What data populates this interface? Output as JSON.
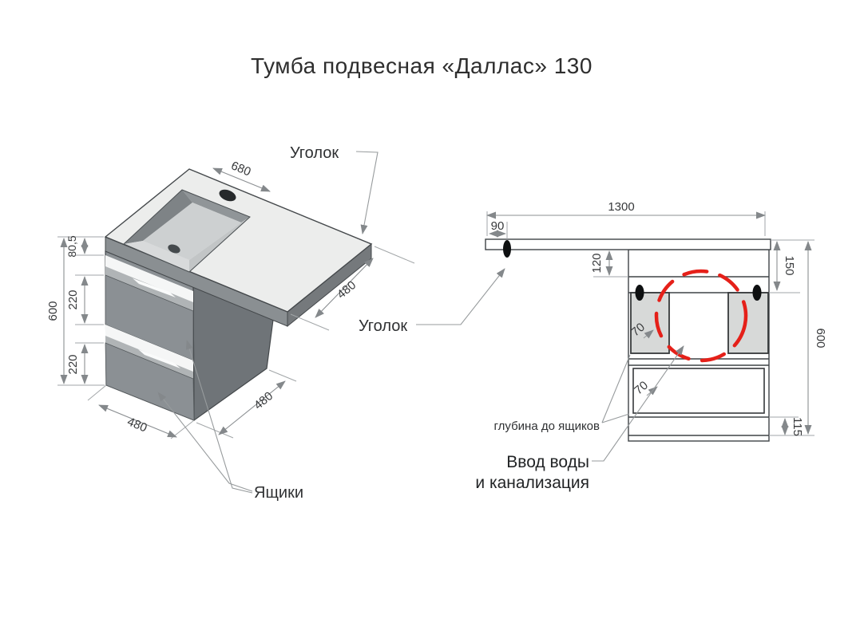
{
  "title": "Тумба подвесная «Даллас» 130",
  "iso": {
    "dim_top_width": "680",
    "dim_counter_height": "80,5",
    "dim_total_height": "600",
    "dim_drawer1_height": "220",
    "dim_drawer2_height": "220",
    "dim_counter_depth": "480",
    "dim_cabinet_width": "480",
    "dim_cabinet_depth": "480",
    "label_corner_top": "Уголок",
    "label_corner_side": "Уголок",
    "label_drawers": "Ящики"
  },
  "front": {
    "dim_total_width": "1300",
    "dim_corner_offset": "90",
    "dim_back_inset": "120",
    "dim_side_depth": "150",
    "dim_cabinet_depth": "600",
    "dim_gap_upper": "70",
    "dim_gap_lower": "70",
    "dim_bottom_height": "115",
    "label_drawer_depth": "глубина до ящиков",
    "label_plumbing_line1": "Ввод воды",
    "label_plumbing_line2": "и канализация"
  },
  "colors": {
    "accent_red": "#e52019",
    "line_dark": "#3e4346",
    "dim_gray": "#8b8f92",
    "countertop": "#ecedec",
    "drawer_front": "#8b9094",
    "cabinet_side": "#6f7478",
    "box_fill": "#d7d9d8"
  }
}
